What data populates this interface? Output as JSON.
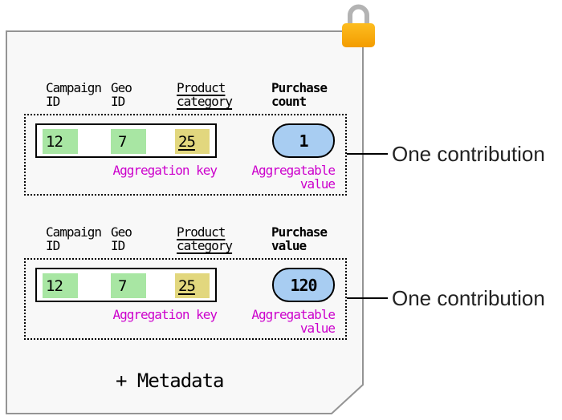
{
  "colors": {
    "page_bg": "#f8f8f8",
    "page_border": "#949494",
    "key_cell_green": "#a8e6a3",
    "key_cell_khaki": "#e2d77e",
    "value_pill_blue": "#a8cdf2",
    "label_magenta": "#cc00cc",
    "lock_body": "#f9a800",
    "lock_body_top": "#fdbd20",
    "lock_body_bottom": "#f39c00",
    "lock_shackle": "#b3b3b3"
  },
  "report": {
    "lock_icon": "lock-icon",
    "metadata_label": "+ Metadata"
  },
  "contributions": [
    {
      "fields": [
        {
          "header": "Campaign\nID",
          "value": "12"
        },
        {
          "header": "Geo\nID",
          "value": "7"
        },
        {
          "header": "Product\ncategory",
          "value": "25"
        }
      ],
      "value_field": {
        "header": "Purchase\ncount",
        "value": "1"
      },
      "aggregation_key_label": "Aggregation key",
      "aggregatable_value_label": "Aggregatable\nvalue",
      "annotation": "One contribution"
    },
    {
      "fields": [
        {
          "header": "Campaign\nID",
          "value": "12"
        },
        {
          "header": "Geo\nID",
          "value": "7"
        },
        {
          "header": "Product\ncategory",
          "value": "25"
        }
      ],
      "value_field": {
        "header": "Purchase\nvalue",
        "value": "120"
      },
      "aggregation_key_label": "Aggregation key",
      "aggregatable_value_label": "Aggregatable\nvalue",
      "annotation": "One contribution"
    }
  ]
}
